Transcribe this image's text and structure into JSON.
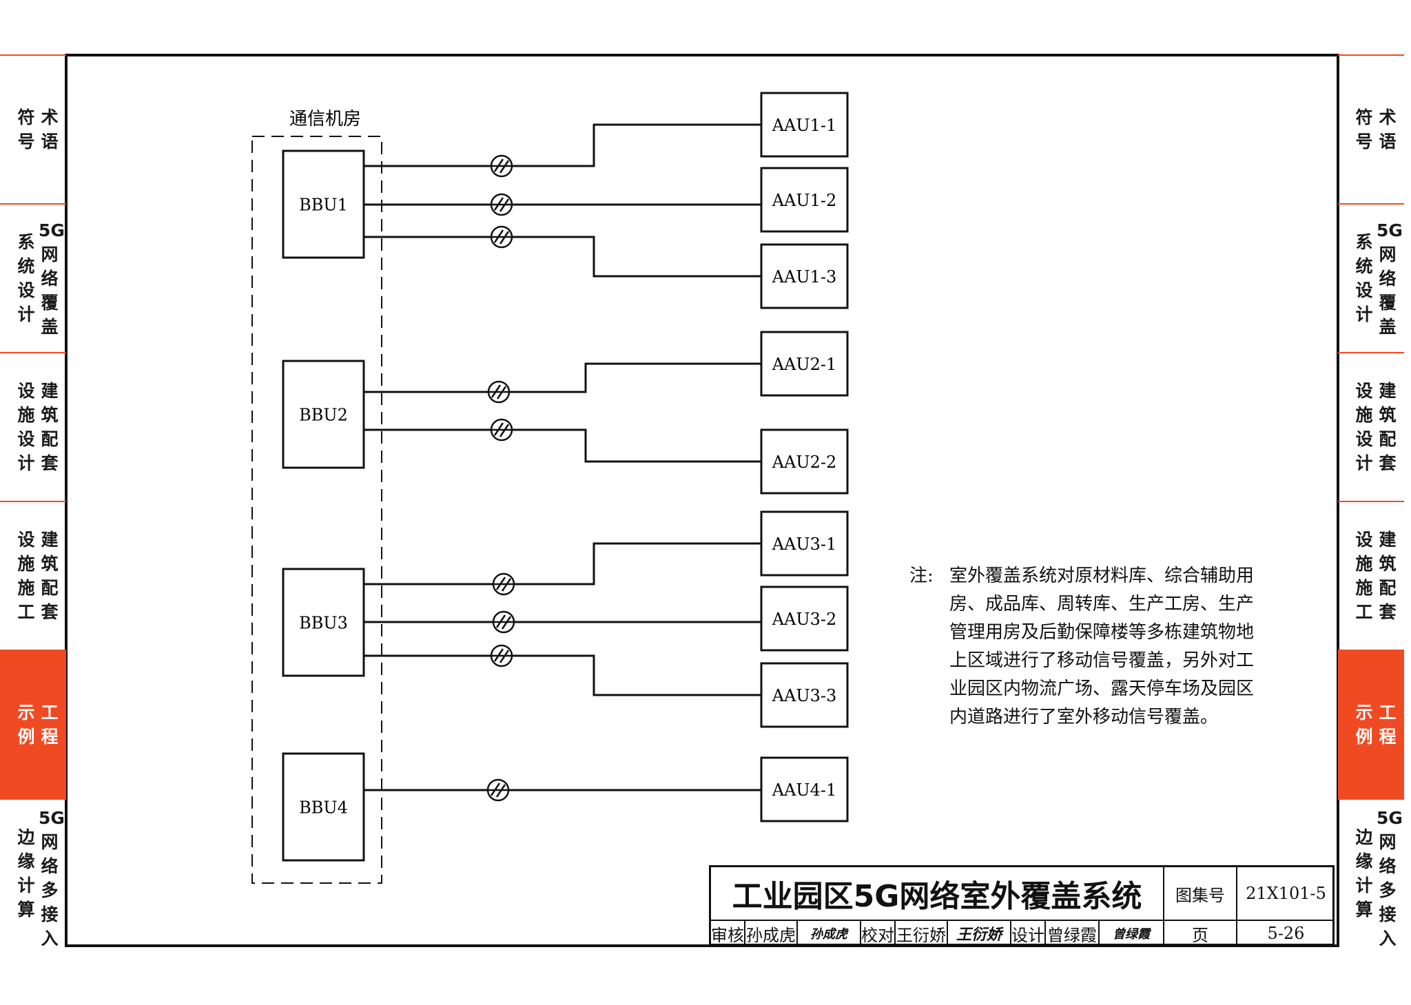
{
  "side_tabs": [
    {
      "id": "terms",
      "columns": [
        [
          "符",
          "号"
        ],
        [
          "术",
          "语"
        ]
      ],
      "active": false
    },
    {
      "id": "coverage",
      "columns": [
        [
          "系",
          "统",
          "设",
          "计"
        ],
        [
          "5G",
          "网",
          "络",
          "覆",
          "盖"
        ]
      ],
      "active": false
    },
    {
      "id": "building-design",
      "columns": [
        [
          "设",
          "施",
          "设",
          "计"
        ],
        [
          "建",
          "筑",
          "配",
          "套"
        ]
      ],
      "active": false
    },
    {
      "id": "building-construction",
      "columns": [
        [
          "设",
          "施",
          "施",
          "工"
        ],
        [
          "建",
          "筑",
          "配",
          "套"
        ]
      ],
      "active": false
    },
    {
      "id": "examples",
      "columns": [
        [
          "示",
          "例"
        ],
        [
          "工",
          "程"
        ]
      ],
      "active": true
    },
    {
      "id": "edge",
      "columns": [
        [
          "边",
          "缘",
          "计",
          "算"
        ],
        [
          "5G",
          "网",
          "络",
          "多",
          "接",
          "入"
        ]
      ],
      "active": false
    }
  ],
  "diagram": {
    "room_label": "通信机房",
    "bbus": [
      "BBU1",
      "BBU2",
      "BBU3",
      "BBU4"
    ],
    "aaus": [
      "AAU1-1",
      "AAU1-2",
      "AAU1-3",
      "AAU2-1",
      "AAU2-2",
      "AAU3-1",
      "AAU3-2",
      "AAU3-3",
      "AAU4-1"
    ]
  },
  "note": {
    "prefix": "注:",
    "lines": [
      "室外覆盖系统对原材料库、综合辅助用",
      "房、成品库、周转库、生产工房、生产",
      "管理用房及后勤保障楼等多栋建筑物地",
      "上区域进行了移动信号覆盖，另外对工",
      "业园区内物流广场、露天停车场及园区",
      "内道路进行了室外移动信号覆盖。"
    ]
  },
  "title_block": {
    "title": "工业园区5G网络室外覆盖系统",
    "atlas_label": "图集号",
    "atlas_no": "21X101-5",
    "page_label": "页",
    "page_no": "5-26",
    "review_label": "审核",
    "reviewer": "孙成虎",
    "reviewer_sig": "孙成虎",
    "check_label": "校对",
    "checker": "王衍娇",
    "checker_sig": "王衍娇",
    "design_label": "设计",
    "designer": "曾绿霞",
    "designer_sig": "曾绿霞"
  },
  "colors": {
    "accent": "#f04a22",
    "line": "#111111"
  }
}
